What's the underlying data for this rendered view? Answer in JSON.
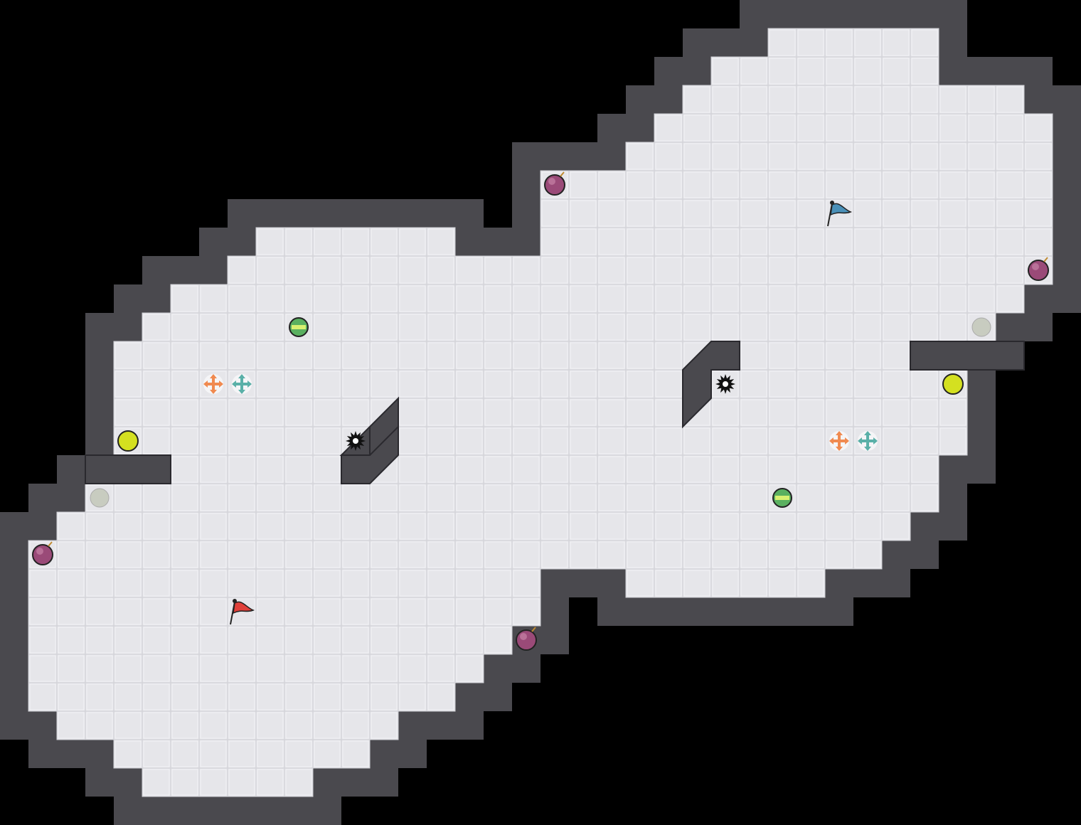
{
  "map": {
    "colors": {
      "background": "#000000",
      "wall": "#4a494e",
      "wall_edge": "#2a292e",
      "floor": "#e6e6ea",
      "tile_highlight": "#f3f3f5",
      "grid_line": "#cfcfd4"
    },
    "teams": {
      "red": {
        "color": "#e0403a"
      },
      "blue": {
        "color": "#4a90b8"
      }
    },
    "flags": [
      {
        "team": "red",
        "icon": "red-flag-icon",
        "col": 8,
        "row": 21
      },
      {
        "team": "blue",
        "icon": "blue-flag-icon",
        "col": 29,
        "row": 7
      }
    ],
    "bombs": [
      {
        "col": 19,
        "row": 6
      },
      {
        "col": 36,
        "row": 9
      },
      {
        "col": 1,
        "row": 19
      },
      {
        "col": 18,
        "row": 22
      }
    ],
    "boosts": [
      {
        "type": "any",
        "col": 4,
        "row": 15
      },
      {
        "type": "any",
        "col": 33,
        "row": 13
      },
      {
        "type": "red",
        "col": 7,
        "row": 13
      },
      {
        "type": "red",
        "col": 29,
        "row": 15
      },
      {
        "type": "blue",
        "col": 8,
        "row": 13
      },
      {
        "type": "blue",
        "col": 30,
        "row": 15
      }
    ],
    "powerups": [
      {
        "col": 10,
        "row": 11
      },
      {
        "col": 27,
        "row": 17
      }
    ],
    "spikes": [
      {
        "col": 12,
        "row": 15
      },
      {
        "col": 25,
        "row": 13
      }
    ],
    "buttons": [
      {
        "col": 34,
        "row": 11
      },
      {
        "col": 3,
        "row": 17
      }
    ],
    "rotating_portals": [
      {
        "col": 4,
        "row": 26
      },
      {
        "col": 33,
        "row": 2
      }
    ]
  }
}
